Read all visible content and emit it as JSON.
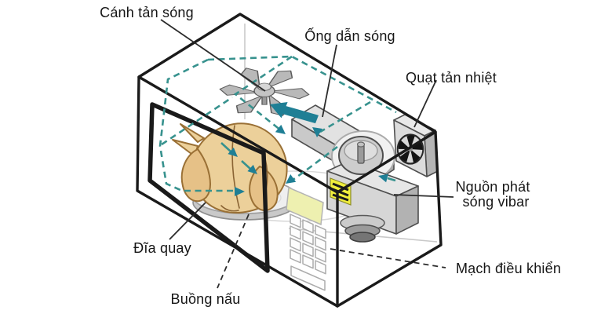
{
  "diagram": {
    "type": "microwave-oven-cutaway-diagram",
    "labels": {
      "stirrer": "Cánh tản sóng",
      "waveguide": "Ống dẫn sóng",
      "cooling_fan": "Quạt tản nhiệt",
      "magnetron_line1": "Nguồn phát",
      "magnetron_line2": "sóng vibar",
      "control_board": "Mạch điều khiển",
      "turntable": "Đĩa quay",
      "cooking_chamber": "Buồng nấu"
    },
    "colors": {
      "outline": "#1a1a1a",
      "wave_dash": "#37928e",
      "wave_arrow": "#1f7f95",
      "chicken_body": "#ecd09a",
      "chicken_dark": "#e6c187",
      "warning_label": "#f0ee3c",
      "display_window": "#eef0b0",
      "metal_light": "#e6e6e6",
      "metal_mid": "#cdcdcd",
      "metal_dark": "#b2b2b2"
    }
  }
}
